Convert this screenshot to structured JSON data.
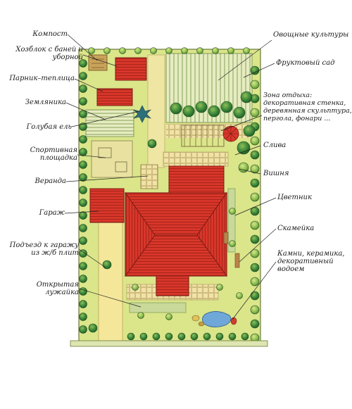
{
  "labels": {
    "compost": "Компост",
    "shed": "Хозблок с баней и\nуборной",
    "greenhouse": "Парник–теплица",
    "strawberry": "Земляника",
    "blue_spruce": "Голубая ель",
    "sports": "Спортивная\nплощадка",
    "veranda": "Веранда",
    "garage": "Гараж",
    "driveway": "Подъезд к гаражу\nиз ж/б плит",
    "lawn": "Открытая\nлужайка",
    "vegetables": "Овощные культуры",
    "orchard": "Фруктовый сад",
    "rest_zone": "Зона отдыха:\nдекоративная стенка,\nдеревянная скульптура,\nпергола, фонари ...",
    "plum": "Слива",
    "cherry": "Вишня",
    "flowerbed": "Цветник",
    "bench": "Скамейка",
    "stones": "Камни, керамика,\nдекоративный\nводоем"
  },
  "colors": {
    "grass": "#dbe58a",
    "roof": "#d8362a",
    "driveway": "#f5e79a",
    "tree": "#2f7a34",
    "beds": "#c9d99a"
  }
}
